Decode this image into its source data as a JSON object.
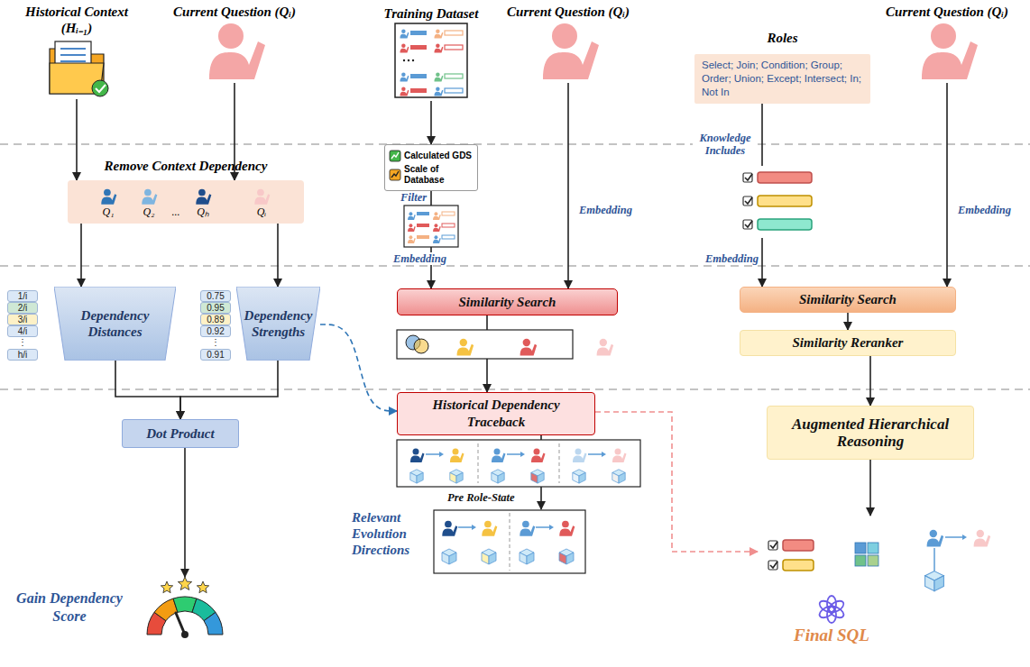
{
  "diagram": {
    "nodes": [
      {
        "text": [
          "Historical Context (Hᵢ₋₁)"
        ]
      },
      {
        "text": [
          "Current Question (Qᵢ)"
        ]
      },
      {
        "text": [
          "Remove Context Dependency",
          "Q₁",
          "Q₂",
          "...",
          "Qₕ",
          "Qᵢ"
        ]
      },
      {
        "text": [
          "Dependency Distances"
        ]
      },
      {
        "text": [
          "Dependency Strengths"
        ]
      },
      {
        "text": [
          "Dot Product"
        ]
      },
      {
        "text": [
          "Gain Dependency Score"
        ]
      },
      {
        "text": [
          "Training Dataset"
        ]
      },
      {
        "text": [
          "Current Question (Qᵢ)"
        ]
      },
      {
        "text": [
          "Calculated GDS",
          "Scale of Database"
        ]
      },
      {
        "text": [
          "Similarity Search"
        ]
      },
      {
        "text": [
          "Historical Dependency Traceback"
        ]
      },
      {
        "text": [
          "Relevant Evolution Directions"
        ]
      },
      {
        "text": [
          "Roles",
          "Select; Join; Condition; Group; Order; Union; Except; Intersect; In; Not In"
        ]
      },
      {
        "text": [
          "Current Question (Qᵢ)"
        ]
      },
      {
        "text": [
          "Similarity Search"
        ]
      },
      {
        "text": [
          "Similarity Reranker"
        ]
      },
      {
        "text": [
          "Augmented Hierarchical Reasoning"
        ]
      },
      {
        "text": [
          "Final SQL"
        ]
      }
    ],
    "edges": [
      {
        "from": 0,
        "to": 2,
        "arrow": "to"
      },
      {
        "from": 1,
        "to": 2,
        "arrow": "to"
      },
      {
        "from": 2,
        "to": 3,
        "arrow": "to"
      },
      {
        "from": 2,
        "to": 4,
        "arrow": "to"
      },
      {
        "from": 3,
        "to": 5,
        "arrow": "to"
      },
      {
        "from": 4,
        "to": 5,
        "arrow": "to"
      },
      {
        "from": 5,
        "to": 6,
        "arrow": "to"
      },
      {
        "from": 4,
        "to": 11,
        "arrow": "to"
      },
      {
        "from": 7,
        "to": 9,
        "arrow": "to"
      },
      {
        "from": 9,
        "to": 10,
        "label": "Filter",
        "arrow": "to"
      },
      {
        "from": 8,
        "to": 10,
        "label": "Embedding",
        "arrow": "to"
      },
      {
        "from": 10,
        "to": 11,
        "arrow": "to"
      },
      {
        "from": 11,
        "to": 12,
        "label": "Pre Role-State",
        "arrow": "to"
      },
      {
        "from": 11,
        "to": 18,
        "arrow": "to"
      },
      {
        "from": 13,
        "to": 15,
        "label": "Knowledge Includes",
        "arrow": "to"
      },
      {
        "from": 14,
        "to": 15,
        "label": "Embedding",
        "arrow": "to"
      },
      {
        "from": 15,
        "to": 16,
        "arrow": "to"
      },
      {
        "from": 16,
        "to": 17,
        "arrow": "to"
      },
      {
        "from": 17,
        "to": 18,
        "arrow": "to"
      }
    ],
    "labels": [
      "1/i",
      "2/i",
      "3/i",
      "4/i",
      "⋮",
      "h/i",
      "0.75",
      "0.95",
      "0.89",
      "0.92",
      "⋮",
      "0.91",
      "Embedding",
      "Embedding"
    ]
  }
}
